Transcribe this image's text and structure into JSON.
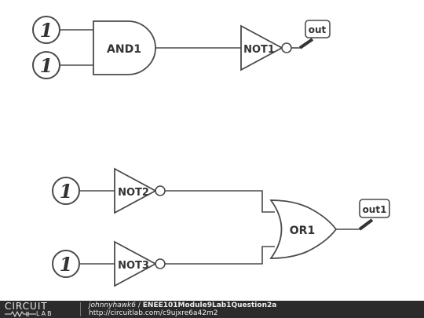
{
  "circuit": {
    "inputs": [
      "1",
      "1",
      "1",
      "1"
    ],
    "gate_and": "AND1",
    "gate_not1": "NOT1",
    "gate_not2": "NOT2",
    "gate_not3": "NOT3",
    "gate_or": "OR1",
    "output_1": "out",
    "output_2": "out1"
  },
  "footer": {
    "logo_top": "CIRCUIT",
    "logo_bottom": "LAB",
    "user": "johnnyhawk6",
    "separator": "/",
    "title": "ENEE101Module9Lab1Question2a",
    "url": "http://circuitlab.com/c9ujxre6a42m2"
  },
  "colors": {
    "stroke": "#4a4a4a",
    "footer_bg": "#2b2b2b"
  }
}
